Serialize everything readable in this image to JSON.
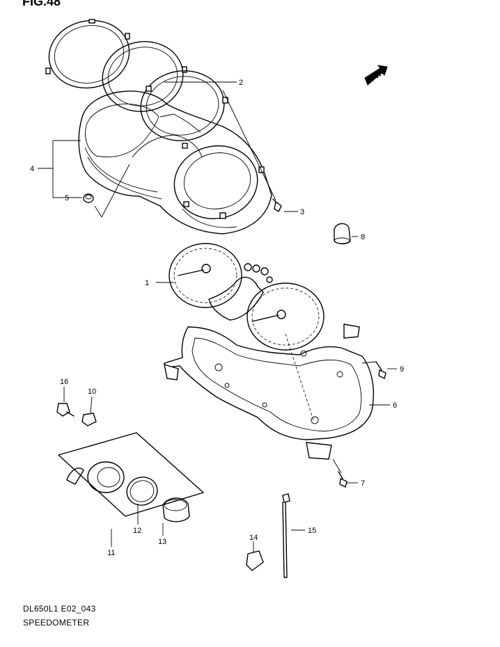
{
  "figure_title": "FIG.48",
  "drawing_code": "DL650L1 E02_043",
  "assembly_name": "SPEEDOMETER",
  "direction_badge": "FWD",
  "callouts": [
    "1",
    "2",
    "3",
    "4",
    "5",
    "6",
    "7",
    "8",
    "9",
    "10",
    "11",
    "12",
    "13",
    "14",
    "15",
    "16"
  ]
}
